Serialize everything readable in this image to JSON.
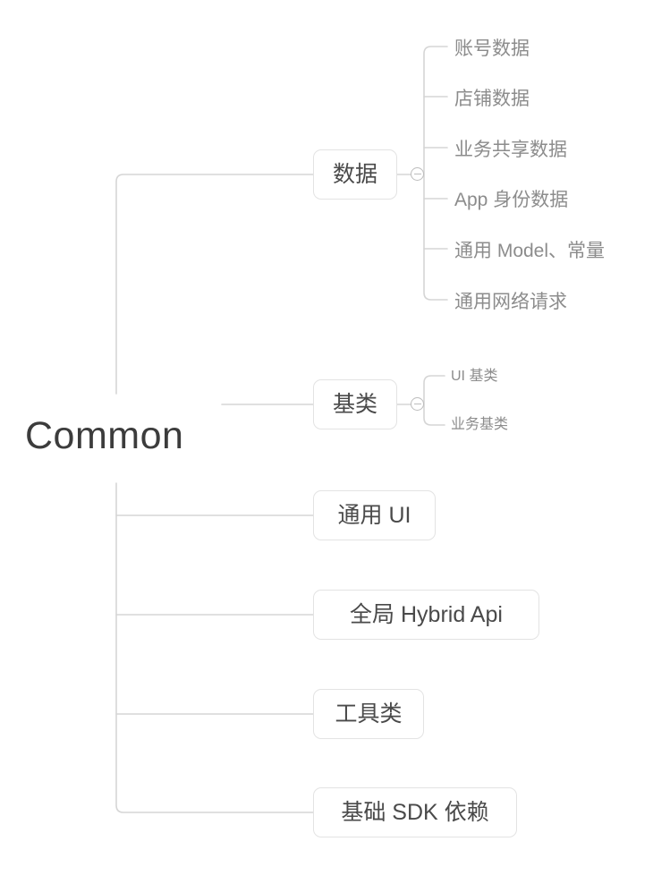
{
  "diagram": {
    "type": "mindmap",
    "orientation": "left-to-right",
    "root": {
      "label": "Common"
    },
    "branches": [
      {
        "id": "data",
        "label": "数据",
        "style": "box",
        "collapse_toggle": {
          "state": "expanded",
          "icon": "minus-circle-icon"
        },
        "children": [
          {
            "id": "account",
            "label": "账号数据"
          },
          {
            "id": "shop",
            "label": "店铺数据"
          },
          {
            "id": "business",
            "label": "业务共享数据"
          },
          {
            "id": "appid",
            "label": "App 身份数据"
          },
          {
            "id": "model",
            "label": "通用 Model、常量"
          },
          {
            "id": "network",
            "label": "通用网络请求"
          }
        ]
      },
      {
        "id": "base",
        "label": "基类",
        "style": "box",
        "collapse_toggle": {
          "state": "expanded",
          "icon": "minus-circle-icon"
        },
        "children": [
          {
            "id": "uibase",
            "label": "UI 基类"
          },
          {
            "id": "bizbase",
            "label": "业务基类"
          }
        ]
      },
      {
        "id": "ui",
        "label": "通用 UI",
        "style": "box",
        "children": []
      },
      {
        "id": "hybrid",
        "label": "全局 Hybrid Api",
        "style": "box",
        "children": []
      },
      {
        "id": "tools",
        "label": "工具类",
        "style": "box",
        "children": []
      },
      {
        "id": "sdk",
        "label": "基础 SDK 依赖",
        "style": "box",
        "children": []
      }
    ]
  },
  "colors": {
    "background": "#ffffff",
    "root_text": "#3c3c3c",
    "box_text": "#4a4a4a",
    "leaf_text": "#8c8c8c",
    "box_border": "#e3e3e3",
    "edge": "#d5d5d5",
    "toggle_border": "#bdbdbd"
  }
}
